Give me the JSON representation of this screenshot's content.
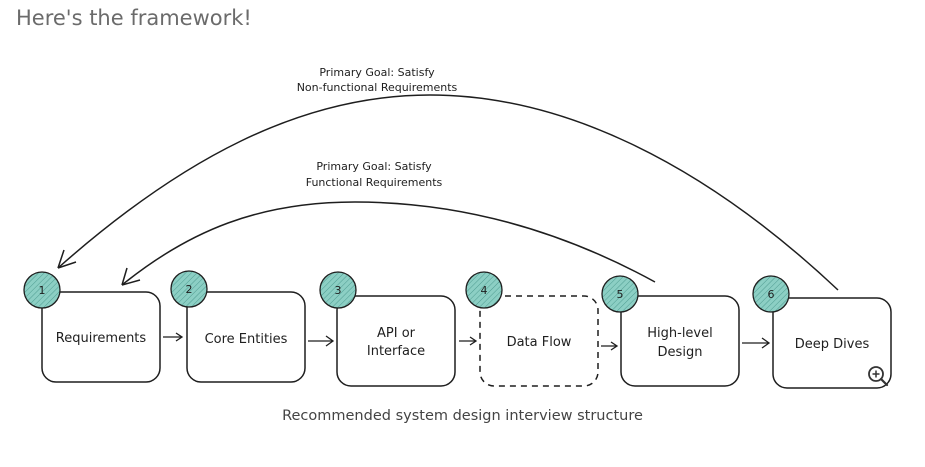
{
  "heading": "Here's the framework!",
  "caption": "Recommended system design interview structure",
  "colors": {
    "stroke": "#1e1e1e",
    "badge_fill": "#8ccfc4"
  },
  "top_arc": {
    "line1": "Primary Goal: Satisfy",
    "line2": "Non-functional Requirements"
  },
  "inner_arc": {
    "line1": "Primary Goal: Satisfy",
    "line2": "Functional Requirements"
  },
  "steps": [
    {
      "number": "1",
      "lines": [
        "Requirements"
      ]
    },
    {
      "number": "2",
      "lines": [
        "Core Entities"
      ]
    },
    {
      "number": "3",
      "lines": [
        "API or",
        "Interface"
      ]
    },
    {
      "number": "4",
      "lines": [
        "Data Flow"
      ]
    },
    {
      "number": "5",
      "lines": [
        "High-level",
        "Design"
      ]
    },
    {
      "number": "6",
      "lines": [
        "Deep Dives"
      ]
    }
  ],
  "icons": {
    "zoom": "zoom-in-icon"
  }
}
